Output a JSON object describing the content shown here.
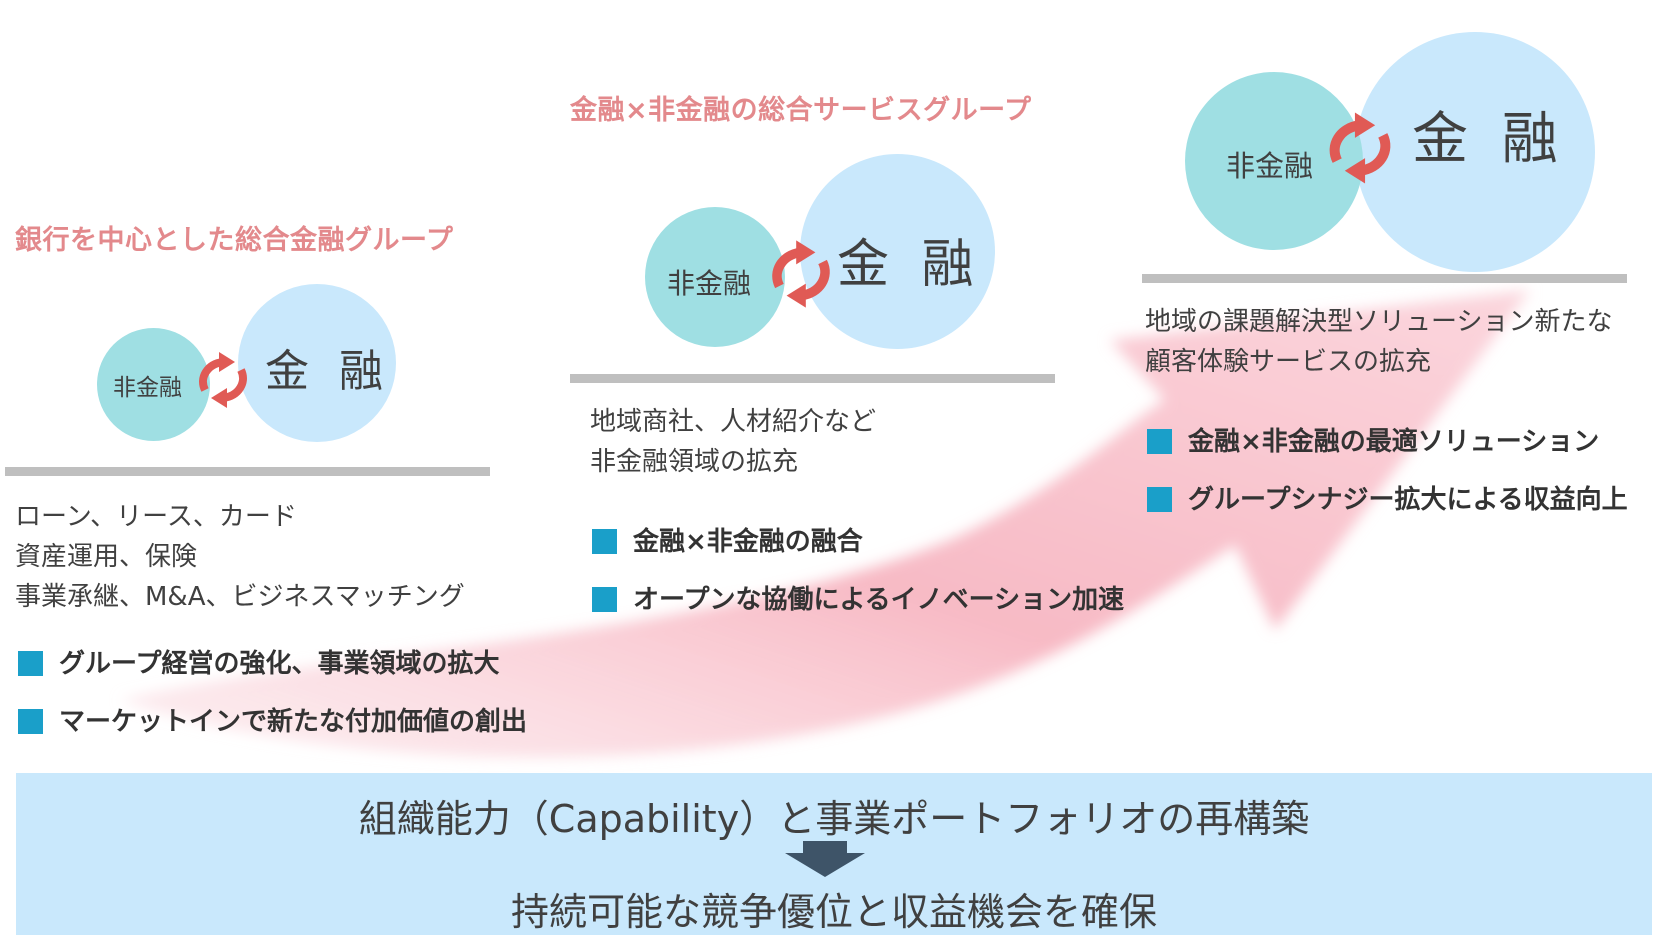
{
  "stages": [
    {
      "title": "銀行を中心とした総合金融グループ",
      "finance_label": "金 融",
      "nonfinance_label": "非金融",
      "description": [
        "ローン、リース、カード",
        "資産運用、保険",
        "事業承継、M&A、ビジネスマッチング"
      ],
      "bullets": [
        "グループ経営の強化、事業領域の拡大",
        "マーケットインで新たな付加価値の創出"
      ]
    },
    {
      "title": "金融×非金融の総合サービスグループ",
      "finance_label": "金 融",
      "nonfinance_label": "非金融",
      "description": [
        "地域商社、人材紹介など",
        "非金融領域の拡充"
      ],
      "bullets": [
        "金融×非金融の融合",
        "オープンな協働によるイノベーション加速"
      ]
    },
    {
      "title": "",
      "finance_label": "金 融",
      "nonfinance_label": "非金融",
      "description": [
        "地域の課題解決型ソリューション新たな",
        "顧客体験サービスの拡充"
      ],
      "bullets": [
        "金融×非金融の最適ソリューション",
        "グループシナジー拡大による収益向上"
      ]
    }
  ],
  "banner": {
    "line1": "組織能力（Capability）と事業ポートフォリオの再構築",
    "line2": "持続可能な競争優位と収益機会を確保"
  },
  "icons": {
    "cycle": "cycle-arrows-icon",
    "bullet": "square-bullet-icon",
    "down": "down-arrow-icon"
  },
  "colors": {
    "title": "#e3898c",
    "finance_circle": "#c9e8fc",
    "nonfinance_circle": "#9fdfe3",
    "cycle_arrows": "#e05a55",
    "bullet": "#1a9fc9",
    "rule": "#bfbfbf",
    "banner": "#c9e8fc",
    "growth_arrow": "#f7b3bf",
    "down_arrow": "#3e5468"
  }
}
